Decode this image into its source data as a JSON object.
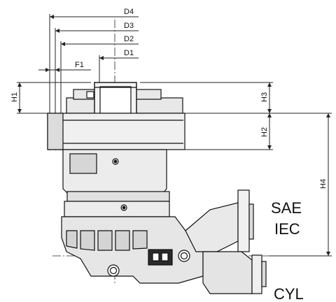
{
  "dimensions": {
    "D4": "D4",
    "D3": "D3",
    "D2": "D2",
    "D1": "D1",
    "F1": "F1",
    "H1": "H1",
    "H2": "H2",
    "H3": "H3",
    "H4": "H4"
  },
  "variants": {
    "sae": "SAE",
    "iec": "IEC",
    "cyl": "CYL"
  },
  "colors": {
    "line": "#111111",
    "body_fill": "#e8e8e8",
    "dark_fill": "#2a2a2a",
    "dim_line": "#222222"
  }
}
